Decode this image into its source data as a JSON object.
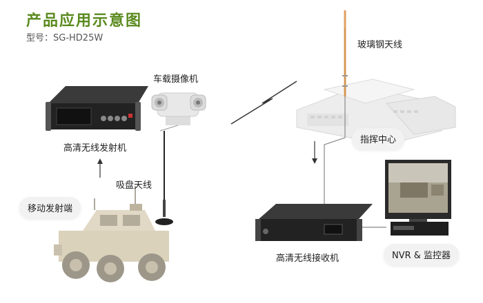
{
  "header": {
    "title": "产品应用示意图",
    "model_label": "型号：SG-HD25W"
  },
  "labels": {
    "camera": "车载摄像机",
    "transmitter": "高清无线发射机",
    "mobile": "移动发射端",
    "suction_antenna": "吸盘天线",
    "fiberglass_antenna": "玻璃钢天线",
    "command_center": "指挥中心",
    "receiver": "高清无线接收机",
    "nvr": "NVR & 监控器"
  },
  "colors": {
    "title_green": "#5a8a1e",
    "device_dark": "#2b2b2b",
    "vehicle_tan": "#cfc3a6",
    "antenna_orange": "#e0a060"
  }
}
